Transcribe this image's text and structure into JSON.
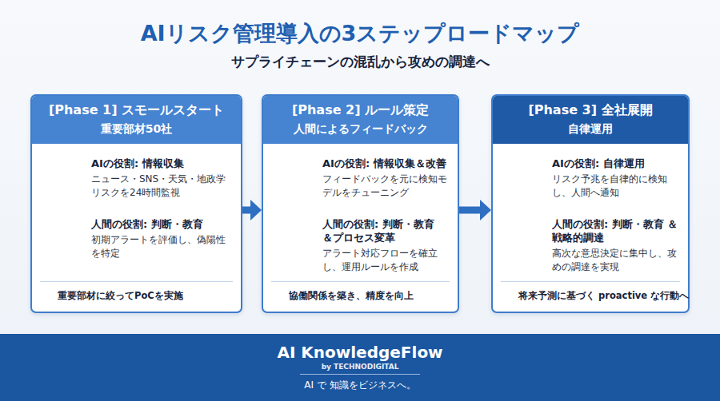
{
  "diagram": {
    "title": "AIリスク管理導入の3ステップロードマップ",
    "nodes": [
      {
        "text": [
          "[Phase 1] スモールスタート",
          "重要部材50社",
          "AIの役割: 情報収集",
          "ニュース・SNS・天気・地政学リスクを24時間監視",
          "人間の役割: 判断・教育",
          "初期アラートを評価し、偽陽性を特定",
          "重要部材に絞ってPoCを実施"
        ]
      },
      {
        "text": [
          "[Phase 2] ルール策定",
          "人間によるフィードバック",
          "AIの役割: 情報収集＆改善",
          "フィードバックを元に検知モデルをチューニング",
          "人間の役割: 判断・教育 ＆プロセス変革",
          "アラート対応フローを確立し、運用ルールを作成",
          "協働関係を築き、精度を向上"
        ]
      },
      {
        "text": [
          "[Phase 3] 全社展開",
          "自律運用",
          "AIの役割: 自律運用",
          "リスク予兆を自律的に検知し、人間へ通知",
          "人間の役割: 判断・教育 ＆戦略的調達",
          "高次な意思決定に集中し、攻めの調達を実現",
          "将来予測に基づく proactive な行動へ"
        ]
      },
      {
        "text": [
          "AI KnowledgeFlow",
          "by TECHNODIGITAL",
          "AI で 知識をビジネスへ。"
        ]
      }
    ],
    "edges": [
      {
        "from": 0,
        "to": 1,
        "arrow": "to"
      },
      {
        "from": 1,
        "to": 2,
        "arrow": "to"
      }
    ],
    "labels": [
      "サプライチェーンの混乱から攻めの調達へ",
      "AI"
    ]
  }
}
